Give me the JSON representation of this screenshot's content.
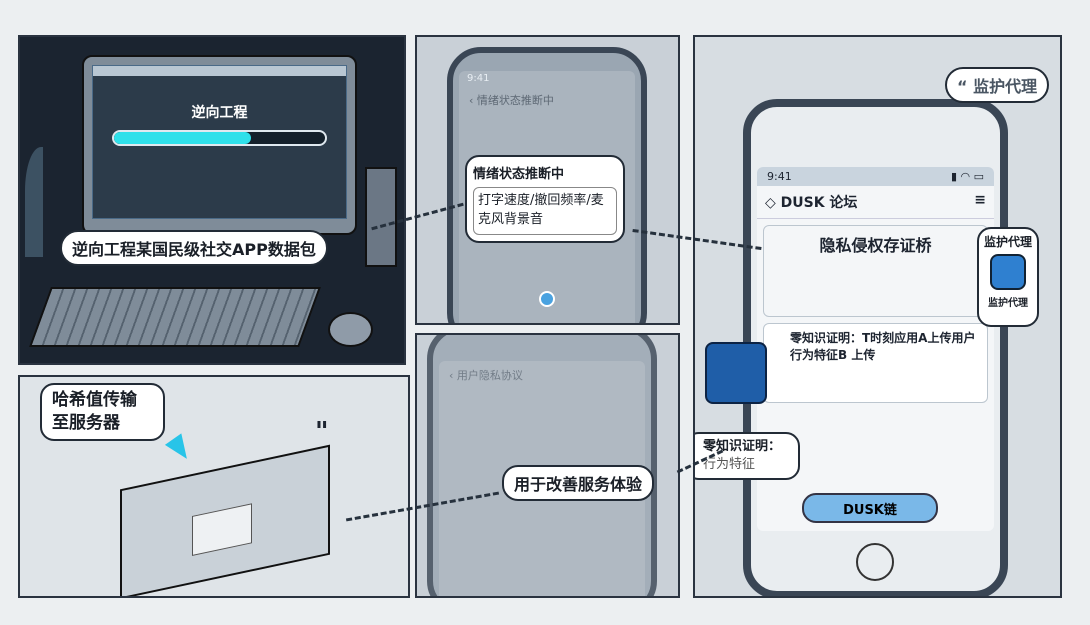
{
  "panel1": {
    "screen_title": "逆向工程",
    "progress": 0.65,
    "caption": "逆向工程某国民级社交APP数据包",
    "accent": "#2ee0ea"
  },
  "panel2": {
    "phone_header": "情绪状态推断中",
    "popup_title": "情绪状态推断中",
    "popup_body": "打字速度/撤回频率/麦克风背景音",
    "time": "9:41"
  },
  "panel3": {
    "caption": "哈希值传输至服务器",
    "quote_mark": "\""
  },
  "panel4": {
    "bubble": "用于改善服务体验",
    "phone_header": "用户隐私协议"
  },
  "panel5": {
    "speech": "“ 监护代理",
    "time": "9:41",
    "app_title": "DUSK 论坛",
    "card_title": "隐私侵权存证桥",
    "badge_title": "监护代理",
    "badge_label": "监护代理",
    "zk_card": "零知识证明：T时刻应用A上传用户行为特征B 上传",
    "zk_bubble_title": "零知识证明：",
    "zk_bubble_body": "行为特征",
    "chain_button": "DUSK链"
  }
}
